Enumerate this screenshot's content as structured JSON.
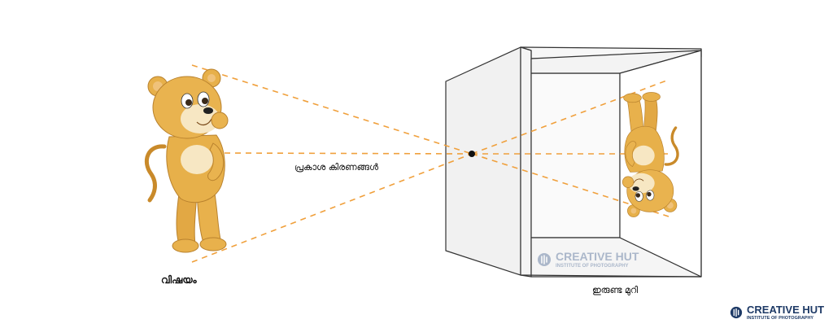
{
  "labels": {
    "subject": "വിഷയം",
    "light_rays": "പ്രകാശ കിരണങ്ങൾ",
    "dark_room": "ഇരുണ്ട മുറി"
  },
  "watermark": {
    "title": "CREATIVE HUT",
    "subtitle": "INSTITUTE OF PHOTOGRAPHY"
  },
  "colors": {
    "ray": "#f0a03c",
    "box_outline": "#333333",
    "box_face": "#f3f3f3",
    "box_inner": "#ffffff",
    "pinhole": "#111111",
    "lion_body": "#e7b04a",
    "lion_dark": "#c98a2a",
    "lion_light": "#f7e7c3",
    "brand_blue": "#1e3a66"
  },
  "icons": {
    "subject": "lion-cub-icon",
    "image": "inverted-lion-cub-icon",
    "pinhole": "pinhole-icon",
    "brand": "creative-hut-logo-icon"
  }
}
